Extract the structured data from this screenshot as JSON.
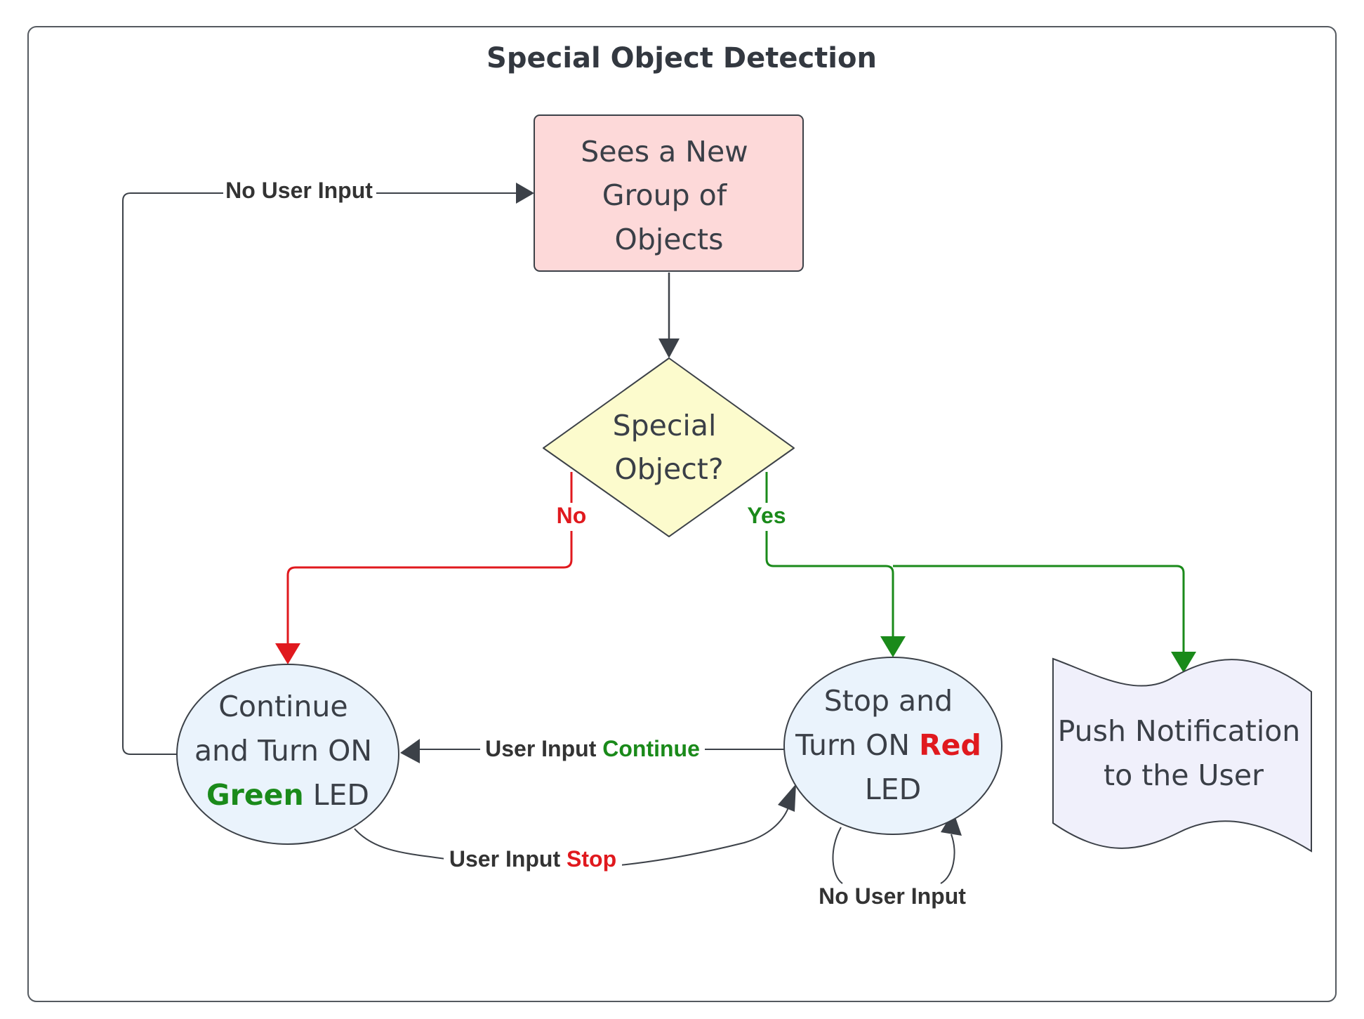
{
  "title": "Special Object Detection",
  "colors": {
    "frame": "#555a60",
    "line": "#3c4148",
    "no_red": "#e0191e",
    "yes_green": "#1a8a1a",
    "start_fill": "#fdd9d9",
    "decision_fill": "#fcfbcd",
    "state_fill": "#eaf3fc",
    "doc_fill": "#f0f0fb"
  },
  "nodes": {
    "start": {
      "shape": "rectangle",
      "lines": [
        "Sees a New",
        "Group of",
        "Objects"
      ]
    },
    "decision": {
      "shape": "diamond",
      "lines": [
        "Special",
        "Object?"
      ]
    },
    "continue_state": {
      "shape": "ellipse",
      "line1": "Continue",
      "line2": "and Turn ON",
      "line3_highlight": "Green",
      "line3_rest": " LED"
    },
    "stop_state": {
      "shape": "ellipse",
      "line1": "Stop and",
      "line2_prefix": "Turn ON ",
      "line2_highlight": "Red",
      "line3": "LED"
    },
    "notification": {
      "shape": "document",
      "lines": [
        "Push Notification",
        "to the User"
      ]
    }
  },
  "edges": {
    "loop_back_label": "No User Input",
    "no_label": "No",
    "yes_label": "Yes",
    "continue_label_prefix": "User Input ",
    "continue_label_highlight": "Continue",
    "stop_label_prefix": "User Input ",
    "stop_label_highlight": "Stop",
    "self_loop_label": "No User Input"
  }
}
